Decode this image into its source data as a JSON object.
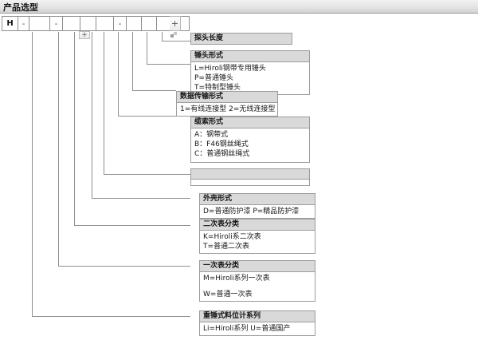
{
  "window": {
    "title": "产品选型"
  },
  "code_strip": {
    "cells": [
      {
        "text": "H",
        "width": 20
      },
      {
        "text": "-",
        "width": 14
      },
      {
        "text": "",
        "width": 26
      },
      {
        "text": "-",
        "width": 16
      },
      {
        "text": "",
        "width": 22
      },
      {
        "text": "",
        "width": 20
      },
      {
        "text": "",
        "width": 22
      },
      {
        "text": "-",
        "width": 16
      },
      {
        "text": "",
        "width": 19
      },
      {
        "text": "",
        "width": 19
      },
      {
        "text": "",
        "width": 19
      },
      {
        "text": "",
        "width": 21
      }
    ],
    "plus_right_label": "+",
    "plus_bottom_label": "+"
  },
  "callouts": [
    {
      "id": "probe-length",
      "header": "探头长度",
      "lines": []
    },
    {
      "id": "hammer-head-type",
      "header": "锤头形式",
      "lines": [
        "L=Hiroli钢带专用锤头",
        "P=普通锤头",
        "T=特制型锤头"
      ]
    },
    {
      "id": "data-transmission-type",
      "header": "数据传输形式",
      "lines": [
        "1=有线连接型   2=无线连接型"
      ]
    },
    {
      "id": "cable-type",
      "header": "缆索形式",
      "lines": [
        "A：钢带式",
        "B：F46钢丝绳式",
        "C：普通钢丝绳式"
      ]
    },
    {
      "id": "blank-option",
      "header": "",
      "lines": [
        ""
      ]
    },
    {
      "id": "housing-type",
      "header": "外壳形式",
      "lines": [
        "D=普通防护漆  P=精品防护漆"
      ]
    },
    {
      "id": "secondary-meter-class",
      "header": "二次表分类",
      "lines": [
        "K=Hiroli系二次表",
        "T=普通二次表"
      ]
    },
    {
      "id": "primary-meter-class",
      "header": "一次表分类",
      "lines": [
        "M=Hiroli系列一次表",
        "",
        "W=普通一次表"
      ]
    },
    {
      "id": "weight-level-gauge-series",
      "header": "重锤式料位计系列",
      "lines": [
        "Li=Hiroli系列    U=普通国产"
      ]
    }
  ],
  "colors": {
    "header_fill": "#d9d9d9",
    "border": "#9c9c9c",
    "titlebar": "#e4e4e4",
    "line": "#8f8f8f"
  }
}
